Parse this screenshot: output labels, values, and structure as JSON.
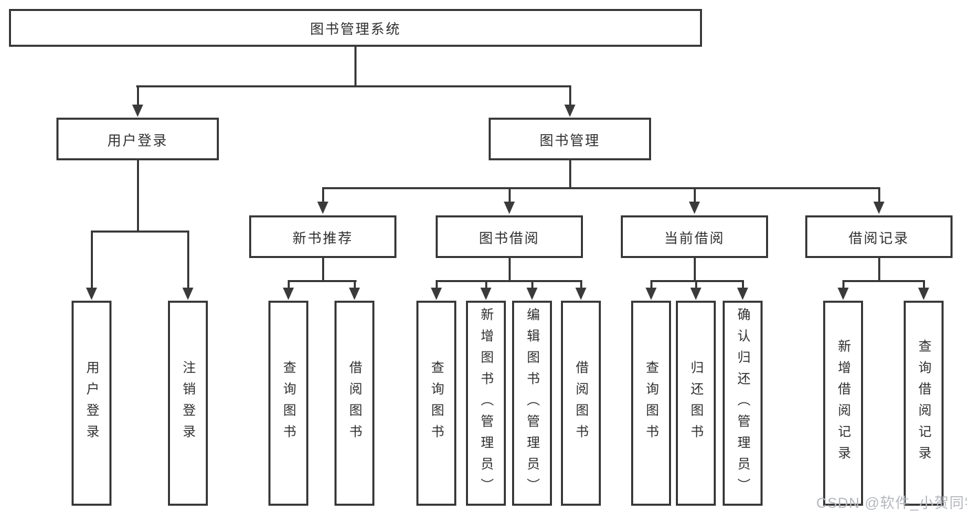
{
  "root": {
    "label": "图书管理系统"
  },
  "branches": [
    {
      "label": "用户登录",
      "children": [
        {
          "label": "用户登录"
        },
        {
          "label": "注销登录"
        }
      ]
    },
    {
      "label": "图书管理",
      "groups": [
        {
          "label": "新书推荐",
          "children": [
            {
              "label": "查询图书"
            },
            {
              "label": "借阅图书"
            }
          ]
        },
        {
          "label": "图书借阅",
          "children": [
            {
              "label": "查询图书"
            },
            {
              "label": "新增图书（管理员）"
            },
            {
              "label": "编辑图书（管理员）"
            },
            {
              "label": "借阅图书"
            }
          ]
        },
        {
          "label": "当前借阅",
          "children": [
            {
              "label": "查询图书"
            },
            {
              "label": "归还图书"
            },
            {
              "label": "确认归还（管理员）"
            }
          ]
        },
        {
          "label": "借阅记录",
          "children": [
            {
              "label": "新增借阅记录"
            },
            {
              "label": "查询借阅记录"
            }
          ]
        }
      ]
    }
  ],
  "watermark": {
    "text": "CSDN @软件_小贺同学"
  },
  "colors": {
    "line": "#3a3a3a",
    "text": "#2e2e2e",
    "background": "#ffffff",
    "watermark": "#b4b7bc"
  }
}
